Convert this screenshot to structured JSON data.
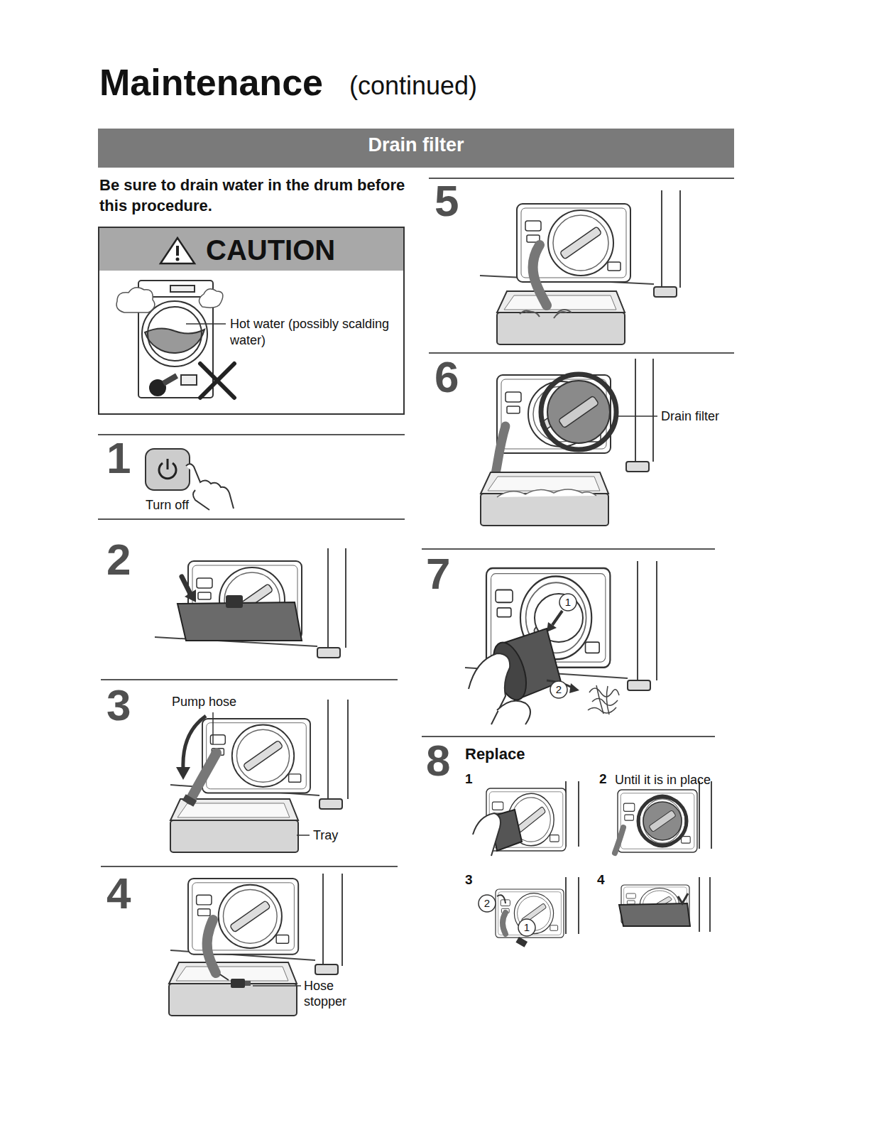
{
  "diagram": {
    "title": "Maintenance",
    "nodes": [
      {
        "text": [
          "Drain filter"
        ]
      },
      {
        "text": [
          "CAUTION",
          "Hot water (possibly scalding water)"
        ]
      }
    ],
    "labels": [
      "(continued)",
      "Be sure to drain water in the drum before this procedure.",
      "1",
      "Turn off",
      "2",
      "3",
      "Pump hose",
      "Tray",
      "4",
      "Hose stopper",
      "5",
      "6",
      "Drain filter",
      "7",
      "1",
      "2",
      "8",
      "Replace",
      "1",
      "2",
      "Until it is in place",
      "3",
      "4",
      "2",
      "1"
    ]
  }
}
